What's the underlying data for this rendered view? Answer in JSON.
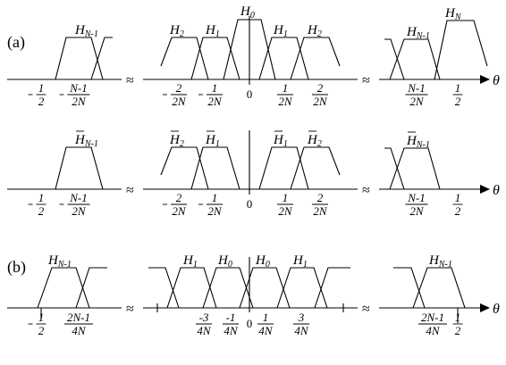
{
  "panels": {
    "a": "(a)",
    "b": "(b)"
  },
  "axis_variable": "θ",
  "break_symbol": "≈",
  "row1": {
    "filter_labels": [
      {
        "base": "H",
        "sub": "N-1"
      },
      {
        "base": "H",
        "sub": "2"
      },
      {
        "base": "H",
        "sub": "1"
      },
      {
        "base": "H",
        "sub": "0"
      },
      {
        "base": "H",
        "sub": "1"
      },
      {
        "base": "H",
        "sub": "2"
      },
      {
        "base": "H",
        "sub": "N-1"
      },
      {
        "base": "H",
        "sub": "N"
      }
    ],
    "ticks": [
      {
        "num": "1",
        "den": "2",
        "neg": true
      },
      {
        "num": "N-1",
        "den": "2N",
        "neg": true
      },
      {
        "num": "2",
        "den": "2N",
        "neg": true
      },
      {
        "num": "1",
        "den": "2N",
        "neg": true
      },
      {
        "plain": "0"
      },
      {
        "num": "1",
        "den": "2N"
      },
      {
        "num": "2",
        "den": "2N"
      },
      {
        "num": "N-1",
        "den": "2N"
      },
      {
        "num": "1",
        "den": "2"
      }
    ]
  },
  "row2": {
    "filter_labels": [
      {
        "base": "H",
        "sub": "N-1",
        "bar": true
      },
      {
        "base": "H",
        "sub": "2",
        "bar": true
      },
      {
        "base": "H",
        "sub": "1",
        "bar": true
      },
      {
        "base": "H",
        "sub": "1",
        "bar": true
      },
      {
        "base": "H",
        "sub": "2",
        "bar": true
      },
      {
        "base": "H",
        "sub": "N-1",
        "bar": true
      }
    ],
    "ticks": [
      {
        "num": "1",
        "den": "2",
        "neg": true
      },
      {
        "num": "N-1",
        "den": "2N",
        "neg": true
      },
      {
        "num": "2",
        "den": "2N",
        "neg": true
      },
      {
        "num": "1",
        "den": "2N",
        "neg": true
      },
      {
        "plain": "0"
      },
      {
        "num": "1",
        "den": "2N"
      },
      {
        "num": "2",
        "den": "2N"
      },
      {
        "num": "N-1",
        "den": "2N"
      },
      {
        "num": "1",
        "den": "2"
      }
    ]
  },
  "row3": {
    "filter_labels": [
      {
        "base": "H",
        "sub": "N-1"
      },
      {
        "base": "H",
        "sub": "1"
      },
      {
        "base": "H",
        "sub": "0"
      },
      {
        "base": "H",
        "sub": "0"
      },
      {
        "base": "H",
        "sub": "1"
      },
      {
        "base": "H",
        "sub": "N-1"
      }
    ],
    "ticks": [
      {
        "num": "1",
        "den": "2",
        "neg": true
      },
      {
        "num": "2N-1",
        "den": "4N"
      },
      {
        "num": "-3",
        "den": "4N"
      },
      {
        "num": "-1",
        "den": "4N"
      },
      {
        "plain": "0"
      },
      {
        "num": "1",
        "den": "4N"
      },
      {
        "num": "3",
        "den": "4N"
      },
      {
        "num": "2N-1",
        "den": "4N"
      },
      {
        "num": "1",
        "den": "2"
      }
    ]
  }
}
